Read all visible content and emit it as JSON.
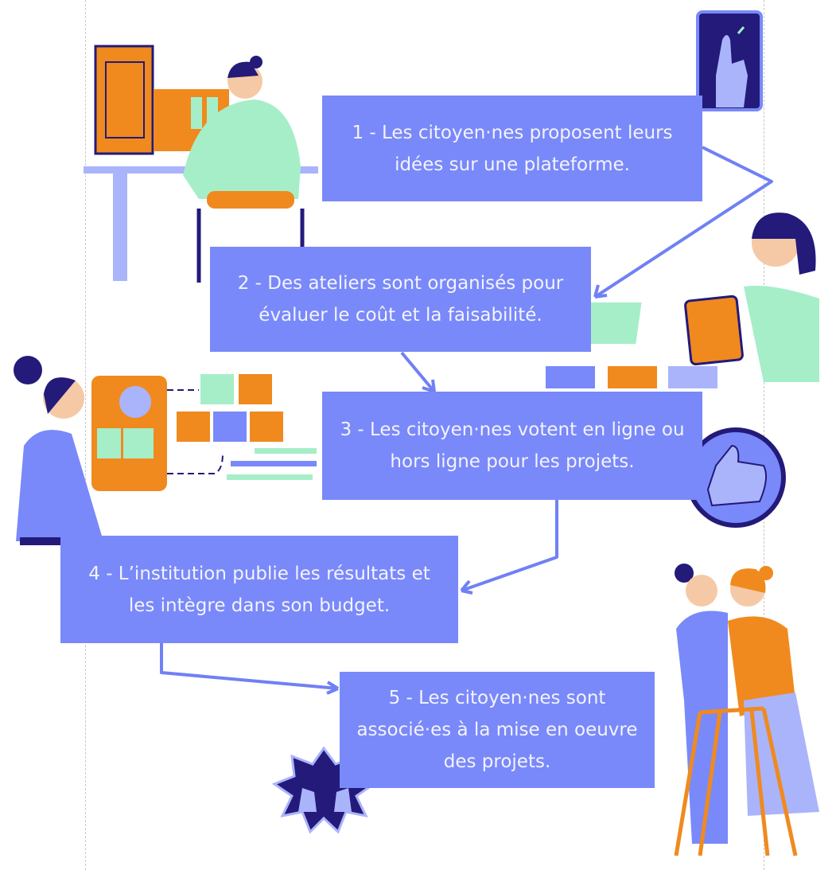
{
  "steps": [
    {
      "text": "1 - Les citoyen·nes proposent leurs idées sur une plateforme."
    },
    {
      "text": "2 - Des ateliers sont organisés pour évaluer le coût et la faisabilité."
    },
    {
      "text": "3 - Les citoyen·nes votent en ligne ou hors ligne pour les projets."
    },
    {
      "text": "4 - L’institution publie les résultats et les intègre dans son budget."
    },
    {
      "text": "5 - Les citoyen·nes sont associé·es à la mise en oeuvre des projets."
    }
  ],
  "colors": {
    "box": "#7989f9",
    "arrow": "#7080f5",
    "orange": "#f08a1e",
    "navy": "#231a7a",
    "mint": "#a6eec8",
    "lavender": "#aab4fb"
  },
  "icons": [
    "person-at-computer-illustration",
    "raised-hand-icon",
    "person-with-tablet-illustration",
    "person-thinking-illustration",
    "thumbs-up-icon",
    "helping-elder-illustration",
    "raised-hands-badge-icon"
  ]
}
